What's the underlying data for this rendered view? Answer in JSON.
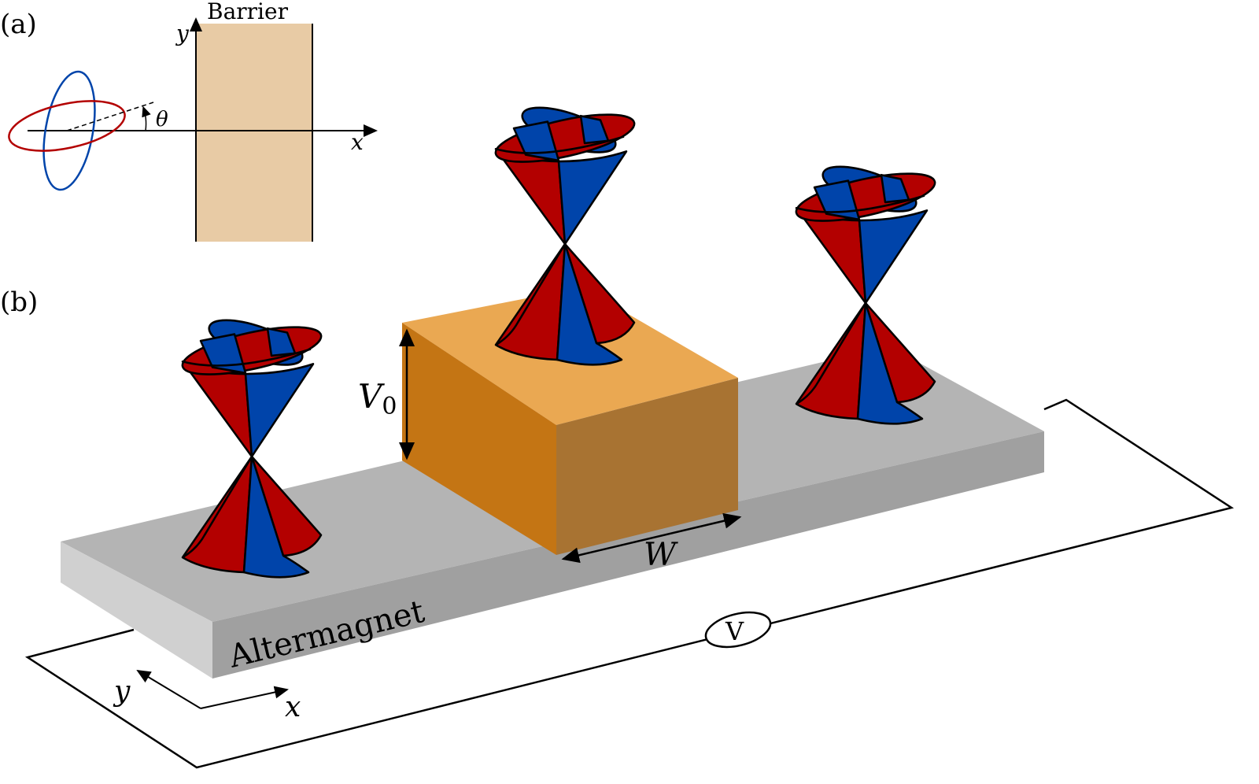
{
  "panel_a": {
    "label": "(a)",
    "barrier_label": "Barrier",
    "x_axis": "x",
    "y_axis": "y",
    "angle": "θ"
  },
  "panel_b": {
    "label": "(b)",
    "height_label": "V",
    "height_subscript": "0",
    "width_label": "W",
    "material_label": "Altermagnet",
    "voltmeter_label": "V",
    "axis_x": "x",
    "axis_y": "y"
  },
  "colors": {
    "red": "#b30000",
    "blue": "#0044aa",
    "barrier": "#e8cba5",
    "box_top": "#eaa852",
    "box_left": "#c47514",
    "box_front": "#a87332",
    "slab_top": "#b4b4b4",
    "slab_front": "#a0a0a0",
    "slab_side": "#d0d0d0"
  }
}
